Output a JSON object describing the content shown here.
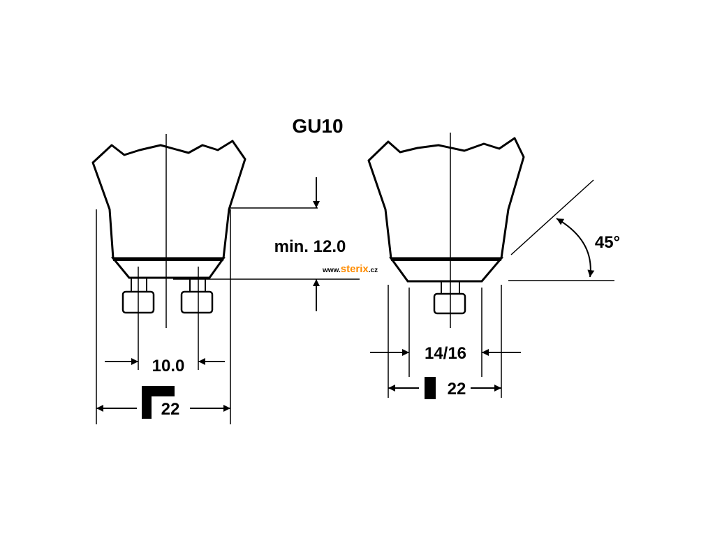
{
  "title": "GU10",
  "dimensions": {
    "pin_spacing": "10.0",
    "min_height": "min. 12.0",
    "pin_diameter": "14/16",
    "base_width_left": "22",
    "base_width_right": "22",
    "angle": "45°"
  },
  "watermark": {
    "prefix": "www.",
    "brand": "sterix",
    "suffix": ".cz"
  },
  "colors": {
    "line": "#000000",
    "background": "#ffffff",
    "brand": "#ff8c00"
  }
}
